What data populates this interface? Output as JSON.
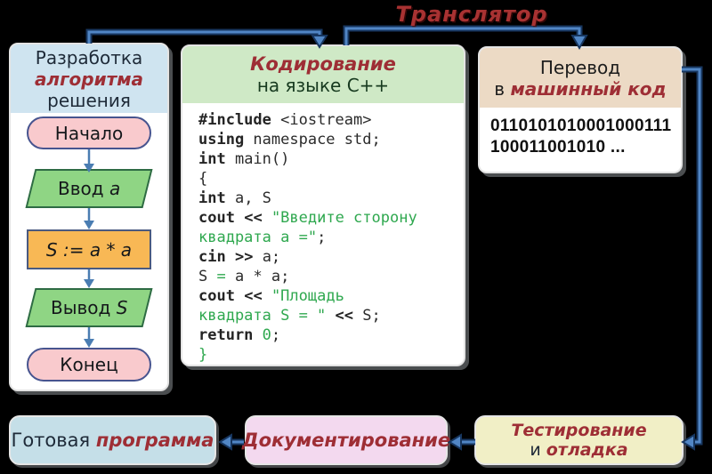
{
  "translator_label": "Транслятор",
  "panels": {
    "algorithm": {
      "header": {
        "line1": "Разработка",
        "line2": "алгоритма",
        "line3": "решения"
      },
      "flowchart": {
        "start": {
          "label": "Начало"
        },
        "io_input": {
          "prefix": "Ввод ",
          "var": "a"
        },
        "process": {
          "label": "S := a * a"
        },
        "io_output": {
          "prefix": "Вывод ",
          "var": "S"
        },
        "end": {
          "label": "Конец"
        }
      }
    },
    "coding": {
      "header": {
        "line1": "Кодирование",
        "line2": "на языке C++"
      },
      "code_lines": [
        [
          {
            "c": "kw",
            "t": "#include"
          },
          {
            "c": "p",
            "t": " <iostream>"
          }
        ],
        [
          {
            "c": "kw",
            "t": "using"
          },
          {
            "c": "p",
            "t": " namespace std;"
          }
        ],
        [
          {
            "c": "kw",
            "t": "int"
          },
          {
            "c": "p",
            "t": " main()"
          }
        ],
        [
          {
            "c": "p",
            "t": "{"
          }
        ],
        [
          {
            "c": "kw",
            "t": "int"
          },
          {
            "c": "p",
            "t": " a, S"
          }
        ],
        [
          {
            "c": "kw",
            "t": "cout"
          },
          {
            "c": "p",
            "t": " "
          },
          {
            "c": "kw",
            "t": "<<"
          },
          {
            "c": "p",
            "t": " "
          },
          {
            "c": "s",
            "t": "\"Введите сторону"
          }
        ],
        [
          {
            "c": "s",
            "t": "квадрата a =\""
          },
          {
            "c": "p",
            "t": ";"
          }
        ],
        [
          {
            "c": "kw",
            "t": "cin"
          },
          {
            "c": "p",
            "t": " "
          },
          {
            "c": "kw",
            "t": ">>"
          },
          {
            "c": "p",
            "t": " a;"
          }
        ],
        [
          {
            "c": "p",
            "t": "S "
          },
          {
            "c": "s",
            "t": "="
          },
          {
            "c": "p",
            "t": " a * a;"
          }
        ],
        [
          {
            "c": "kw",
            "t": "cout"
          },
          {
            "c": "p",
            "t": " "
          },
          {
            "c": "kw",
            "t": "<<"
          },
          {
            "c": "p",
            "t": " "
          },
          {
            "c": "s",
            "t": "\"Площадь"
          }
        ],
        [
          {
            "c": "s",
            "t": "квадрата S = \""
          },
          {
            "c": "p",
            "t": " "
          },
          {
            "c": "kw",
            "t": "<<"
          },
          {
            "c": "p",
            "t": " S;"
          }
        ],
        [
          {
            "c": "kw",
            "t": "return"
          },
          {
            "c": "p",
            "t": " "
          },
          {
            "c": "s",
            "t": "0"
          },
          {
            "c": "p",
            "t": ";"
          }
        ],
        [
          {
            "c": "s",
            "t": "}"
          }
        ]
      ]
    },
    "machine": {
      "header": {
        "line1": "Перевод",
        "line2_prefix": "в ",
        "line2_accent": "машинный код"
      },
      "binary_line1": "0110101010001000111",
      "binary_line2": "100011001010 ..."
    }
  },
  "bottom": {
    "ready": {
      "prefix": "Готовая ",
      "accent": "программа"
    },
    "documentation": {
      "label": "Документирование"
    },
    "testing": {
      "line1": "Тестирование",
      "line2_prefix": "и ",
      "line2_accent": "отладка"
    }
  },
  "colors": {
    "accent_dark_red": "#9e2e35",
    "arrow_blue_fill": "#5186c5",
    "arrow_blue_outline": "#17365f",
    "code_string_green": "#2fa84f",
    "header_blue": "#cfe4f0",
    "header_green": "#cfe9c6",
    "header_beige": "#ecdac5",
    "box_ready_blue": "#c5dfe8",
    "box_doc_pink": "#f3d9ef",
    "box_test_yellow": "#f1efc6",
    "shape_pink": "#f9cacd",
    "shape_green": "#8fd584",
    "shape_orange": "#f8b855"
  }
}
